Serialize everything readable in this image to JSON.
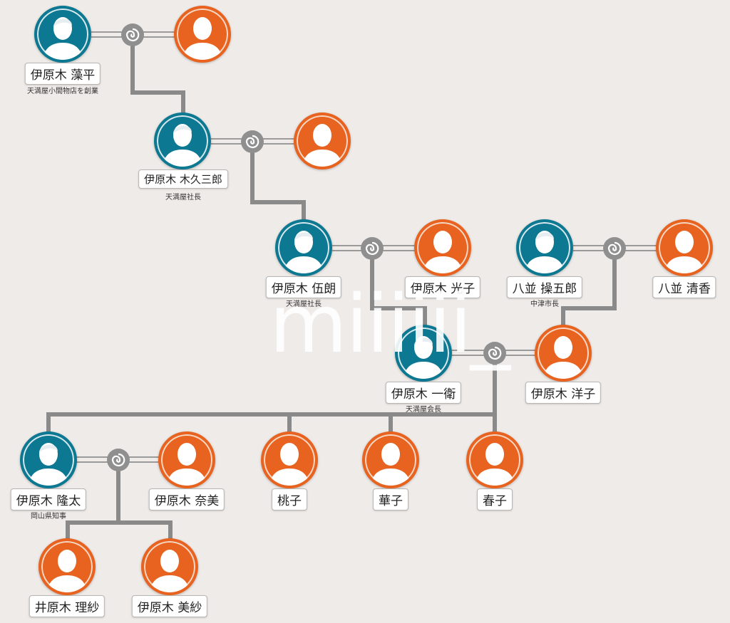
{
  "watermark": "miiiiii_",
  "people": [
    {
      "id": "p1",
      "gender": "male",
      "name": "伊原木 藻平",
      "title": "天満屋小間物店を創業"
    },
    {
      "id": "p2",
      "gender": "female",
      "name": "",
      "title": ""
    },
    {
      "id": "p3",
      "gender": "male",
      "name": "伊原木 木久三郎",
      "title": "天満屋社長"
    },
    {
      "id": "p4",
      "gender": "female",
      "name": "",
      "title": ""
    },
    {
      "id": "p5",
      "gender": "male",
      "name": "伊原木 伍朗",
      "title": "天満屋社長"
    },
    {
      "id": "p6",
      "gender": "female",
      "name": "伊原木 光子",
      "title": ""
    },
    {
      "id": "p7",
      "gender": "male",
      "name": "八並 操五郎",
      "title": "中津市長"
    },
    {
      "id": "p8",
      "gender": "female",
      "name": "八並 清香",
      "title": ""
    },
    {
      "id": "p9",
      "gender": "male",
      "name": "伊原木 一衛",
      "title": "天満屋会長"
    },
    {
      "id": "p10",
      "gender": "female",
      "name": "伊原木 洋子",
      "title": ""
    },
    {
      "id": "p11",
      "gender": "male",
      "name": "伊原木 隆太",
      "title": "岡山県知事"
    },
    {
      "id": "p12",
      "gender": "female",
      "name": "伊原木 奈美",
      "title": ""
    },
    {
      "id": "p13",
      "gender": "female",
      "name": "桃子",
      "title": ""
    },
    {
      "id": "p14",
      "gender": "female",
      "name": "華子",
      "title": ""
    },
    {
      "id": "p15",
      "gender": "female",
      "name": "春子",
      "title": ""
    },
    {
      "id": "p16",
      "gender": "female",
      "name": "井原木 理紗",
      "title": ""
    },
    {
      "id": "p17",
      "gender": "female",
      "name": "伊原木 美紗",
      "title": ""
    }
  ],
  "colors": {
    "male": "#0d7891",
    "female": "#e8631f",
    "line": "#8a8a8a",
    "background": "#efebe9"
  },
  "icons": {
    "person": "person-silhouette-icon",
    "marriage": "marriage-ring-icon"
  }
}
